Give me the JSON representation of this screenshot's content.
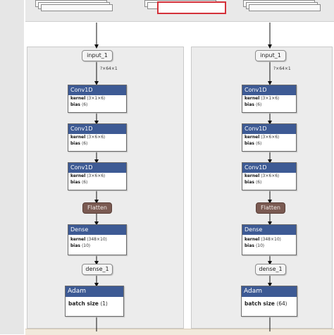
{
  "columns": [
    {
      "input": "input_1",
      "shape": "?×64×1",
      "conv": [
        {
          "title": "Conv1D",
          "kernel_label": "kernel",
          "kernel": "⟨3×1×6⟩",
          "bias_label": "bias",
          "bias": "⟨6⟩"
        },
        {
          "title": "Conv1D",
          "kernel_label": "kernel",
          "kernel": "⟨3×6×6⟩",
          "bias_label": "bias",
          "bias": "⟨6⟩"
        },
        {
          "title": "Conv1D",
          "kernel_label": "kernel",
          "kernel": "⟨3×6×6⟩",
          "bias_label": "bias",
          "bias": "⟨6⟩"
        }
      ],
      "flatten": "Flatten",
      "dense": {
        "title": "Dense",
        "kernel_label": "kernel",
        "kernel": "⟨348×10⟩",
        "bias_label": "bias",
        "bias": "⟨10⟩"
      },
      "output": "dense_1",
      "optimizer": {
        "title": "Adam",
        "batch_label": "batch size",
        "batch": "⟨1⟩"
      }
    },
    {
      "input": "input_1",
      "shape": "?×64×1",
      "conv": [
        {
          "title": "Conv1D",
          "kernel_label": "kernel",
          "kernel": "⟨3×1×6⟩",
          "bias_label": "bias",
          "bias": "⟨6⟩"
        },
        {
          "title": "Conv1D",
          "kernel_label": "kernel",
          "kernel": "⟨3×6×6⟩",
          "bias_label": "bias",
          "bias": "⟨6⟩"
        },
        {
          "title": "Conv1D",
          "kernel_label": "kernel",
          "kernel": "⟨3×6×6⟩",
          "bias_label": "bias",
          "bias": "⟨6⟩"
        }
      ],
      "flatten": "Flatten",
      "dense": {
        "title": "Dense",
        "kernel_label": "kernel",
        "kernel": "⟨348×10⟩",
        "bias_label": "bias",
        "bias": "⟨10⟩"
      },
      "output": "dense_1",
      "optimizer": {
        "title": "Adam",
        "batch_label": "batch size",
        "batch": "⟨64⟩"
      }
    }
  ],
  "colors": {
    "layer_header": "#3d5a94",
    "flatten": "#7a5a52",
    "highlight": "#d4313a"
  }
}
